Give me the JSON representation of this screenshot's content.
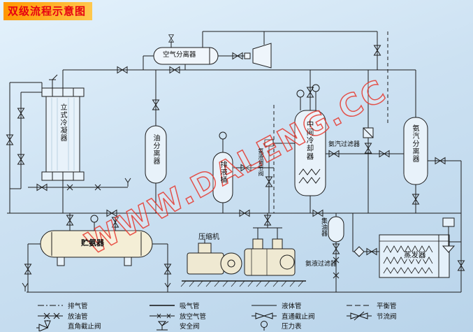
{
  "title": "双级流程示意图",
  "watermark": "WWW.DALENG.CC",
  "colors": {
    "accent_red": "#e60012",
    "strip_orange": "#ff9700",
    "line": "#1c1c1c",
    "background_blue": "#cce1f2",
    "watermark_red": "#e6392f"
  },
  "equipment": {
    "air_separator": "空气分离器",
    "vertical_condenser": "立式冷凝器",
    "oil_separator": "油分离器",
    "drain_barrel": "排液桶",
    "liquid_regulator": "氨液调节阀",
    "intercooler": "中间冷却器",
    "ammonia_vapor_filter": "氨汽过滤器",
    "ammonia_vapor_separator": "氨汽分离器",
    "ammonia_receiver": "贮氨器",
    "compressor": "压缩机",
    "oil_collector": "集油器",
    "ammonia_liquid_filter": "氨液过滤器",
    "evaporator": "蒸发器"
  },
  "legend": {
    "items": [
      {
        "id": "exhaust-line",
        "label": "排气管"
      },
      {
        "id": "suction-line",
        "label": "吸气管"
      },
      {
        "id": "liquid-line",
        "label": "液体管"
      },
      {
        "id": "balance-line",
        "label": "平衡管"
      },
      {
        "id": "oil-drain-line",
        "label": "放油管"
      },
      {
        "id": "air-purge-line",
        "label": "放空气管"
      },
      {
        "id": "straight-stop-valve",
        "label": "直通截止阀"
      },
      {
        "id": "throttle-valve",
        "label": "节流阀"
      },
      {
        "id": "angle-stop-valve",
        "label": "直角截止阀"
      },
      {
        "id": "safety-valve",
        "label": "安全阀"
      },
      {
        "id": "pressure-gauge",
        "label": "压力表"
      }
    ]
  }
}
